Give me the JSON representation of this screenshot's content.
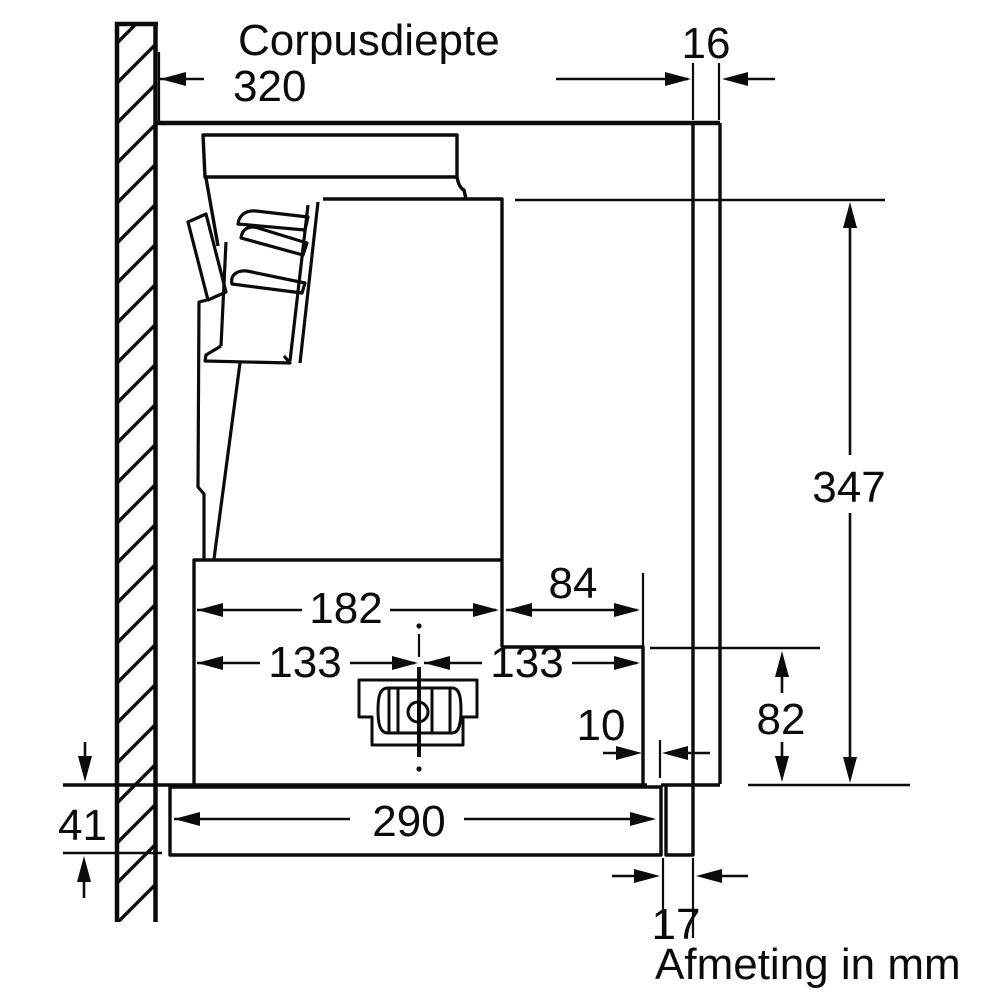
{
  "drawing": {
    "type": "appliance installation dimension drawing (side section of telescopic cooker hood in cabinet)",
    "labels": {
      "corpusdiepte": "Corpusdiepte",
      "d320": "320",
      "d16": "16",
      "d347": "347",
      "d182": "182",
      "d84": "84",
      "d133_left": "133",
      "d133_right": "133",
      "d82": "82",
      "d10": "10",
      "d41": "41",
      "d290": "290",
      "d17": "17",
      "note": "Afmeting in mm"
    },
    "colors": {
      "ink": "#0b0b0b",
      "background": "#ffffff"
    }
  }
}
